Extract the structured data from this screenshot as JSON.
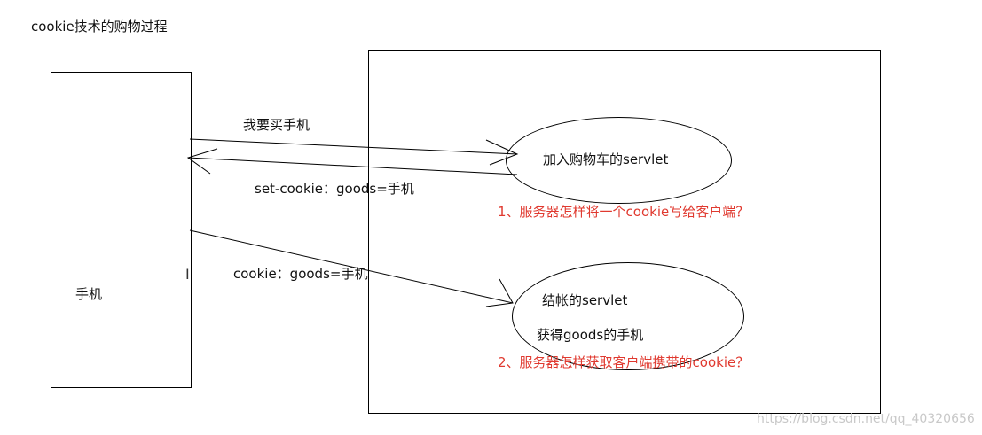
{
  "title": "cookie技术的购物过程",
  "client": {
    "label": "手机"
  },
  "messages": {
    "buy_request": "我要买手机",
    "set_cookie": "set-cookie：goods=手机",
    "cookie_request": "cookie：goods=手机"
  },
  "server": {
    "cart_servlet": "加入购物车的servlet",
    "checkout_servlet": "结帐的servlet",
    "checkout_detail": "获得goods的手机"
  },
  "questions": {
    "q1": "1、服务器怎样将一个cookie写给客户端？",
    "q2": "2、服务器怎样获取客户端携带的cookie？"
  },
  "watermark": "https://blog.csdn.net/qq_40320656",
  "colors": {
    "question": "#e0392f",
    "line": "#000000"
  }
}
